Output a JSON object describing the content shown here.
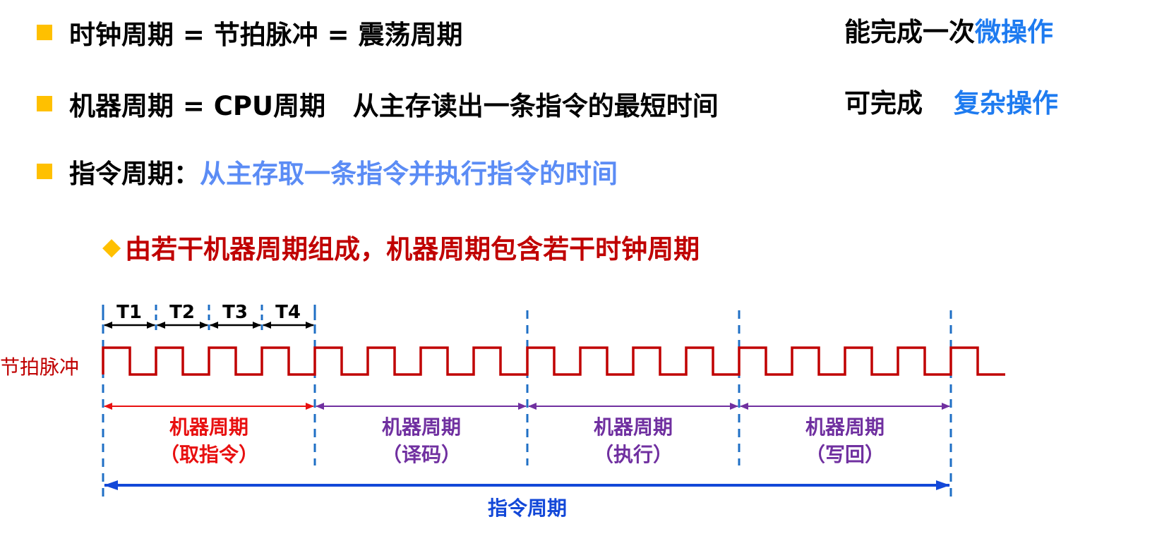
{
  "bullets": {
    "b1": {
      "text": "时钟周期 = 节拍脉冲 = 震荡周期",
      "right_prefix": "能完成一次",
      "right_highlight": "微操作"
    },
    "b2": {
      "text": "机器周期 = CPU周期   从主存读出一条指令的最短时间",
      "right_prefix": "可完成",
      "right_highlight": "复杂操作"
    },
    "b3": {
      "label": "指令周期：",
      "highlight": "从主存取一条指令并执行指令的时间"
    }
  },
  "sub_point": {
    "text": "由若干机器周期组成，机器周期包含若干时钟周期"
  },
  "diagram": {
    "signal_label": "节拍脉冲",
    "clock_labels": [
      "T1",
      "T2",
      "T3",
      "T4"
    ],
    "machine_cycles": [
      {
        "title": "机器周期",
        "subtitle": "（取指令）",
        "color": "#E81010"
      },
      {
        "title": "机器周期",
        "subtitle": "（译码）",
        "color": "#7030A0"
      },
      {
        "title": "机器周期",
        "subtitle": "（执行）",
        "color": "#7030A0"
      },
      {
        "title": "机器周期",
        "subtitle": "（写回）",
        "color": "#7030A0"
      }
    ],
    "instruction_cycle_label": "指令周期",
    "colors": {
      "pulse": "#C00000",
      "divider": "#1F6FC5",
      "instruction_arrow": "#1348D8",
      "clock_arrow": "#000000"
    }
  }
}
